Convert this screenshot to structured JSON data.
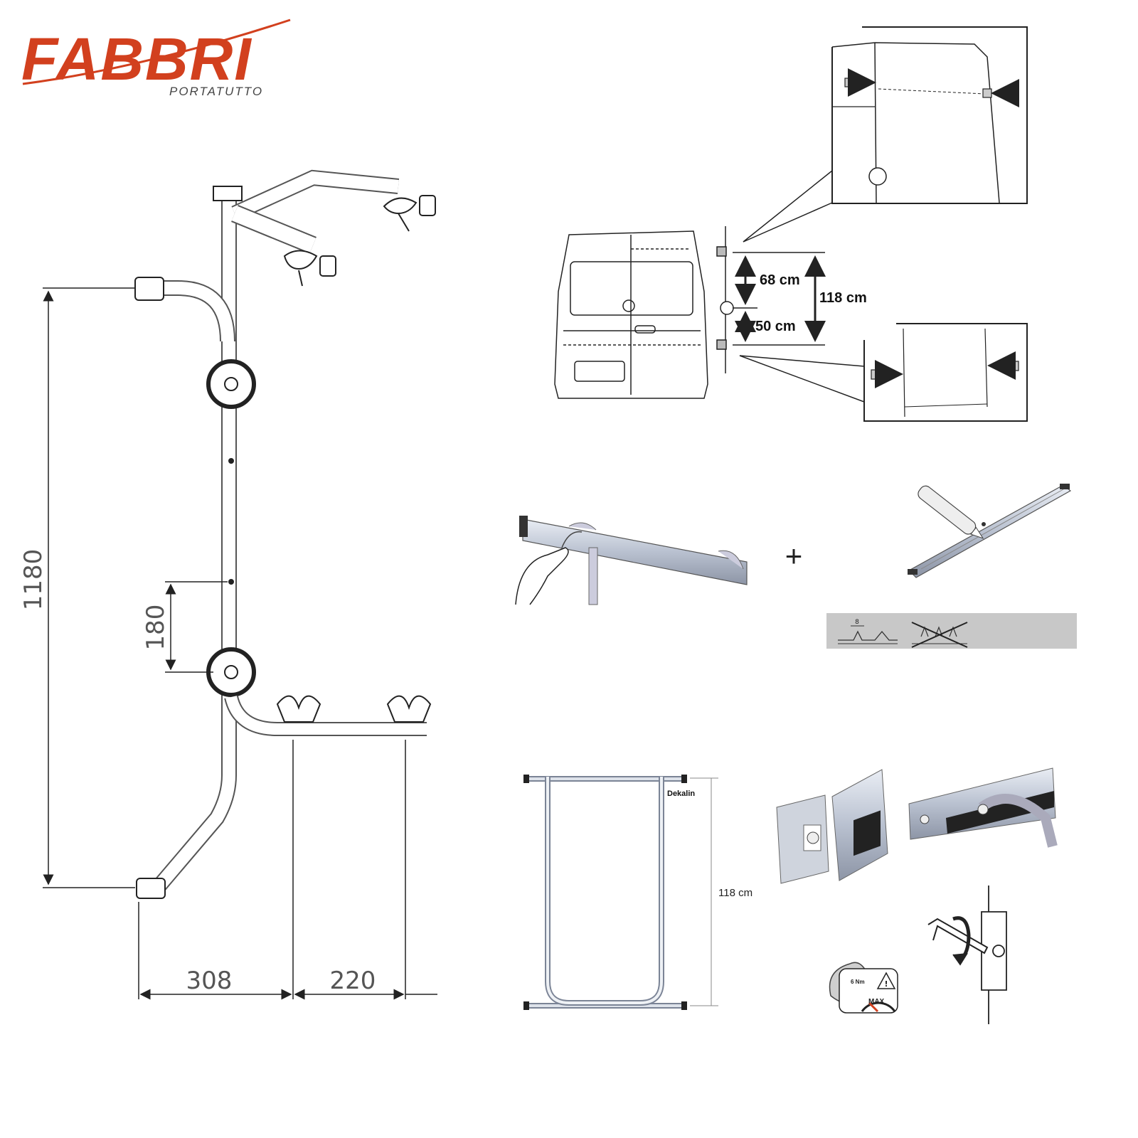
{
  "brand": {
    "name": "FABBRI",
    "tagline": "PORTATUTTO",
    "color": "#d2401e"
  },
  "rack_drawing": {
    "dim_height": "1180",
    "dim_spacing": "180",
    "dim_offset": "308",
    "dim_width": "220"
  },
  "van_diagram": {
    "upper_gap": "68 cm",
    "lower_gap": "50 cm",
    "total_gap": "118 cm"
  },
  "install_steps": {
    "plus_sign": "+",
    "frame_label": "Dekalin",
    "frame_height": "118 cm",
    "torque_value": "6 Nm",
    "torque_max": "MAX",
    "adhesive_bead": "8"
  }
}
